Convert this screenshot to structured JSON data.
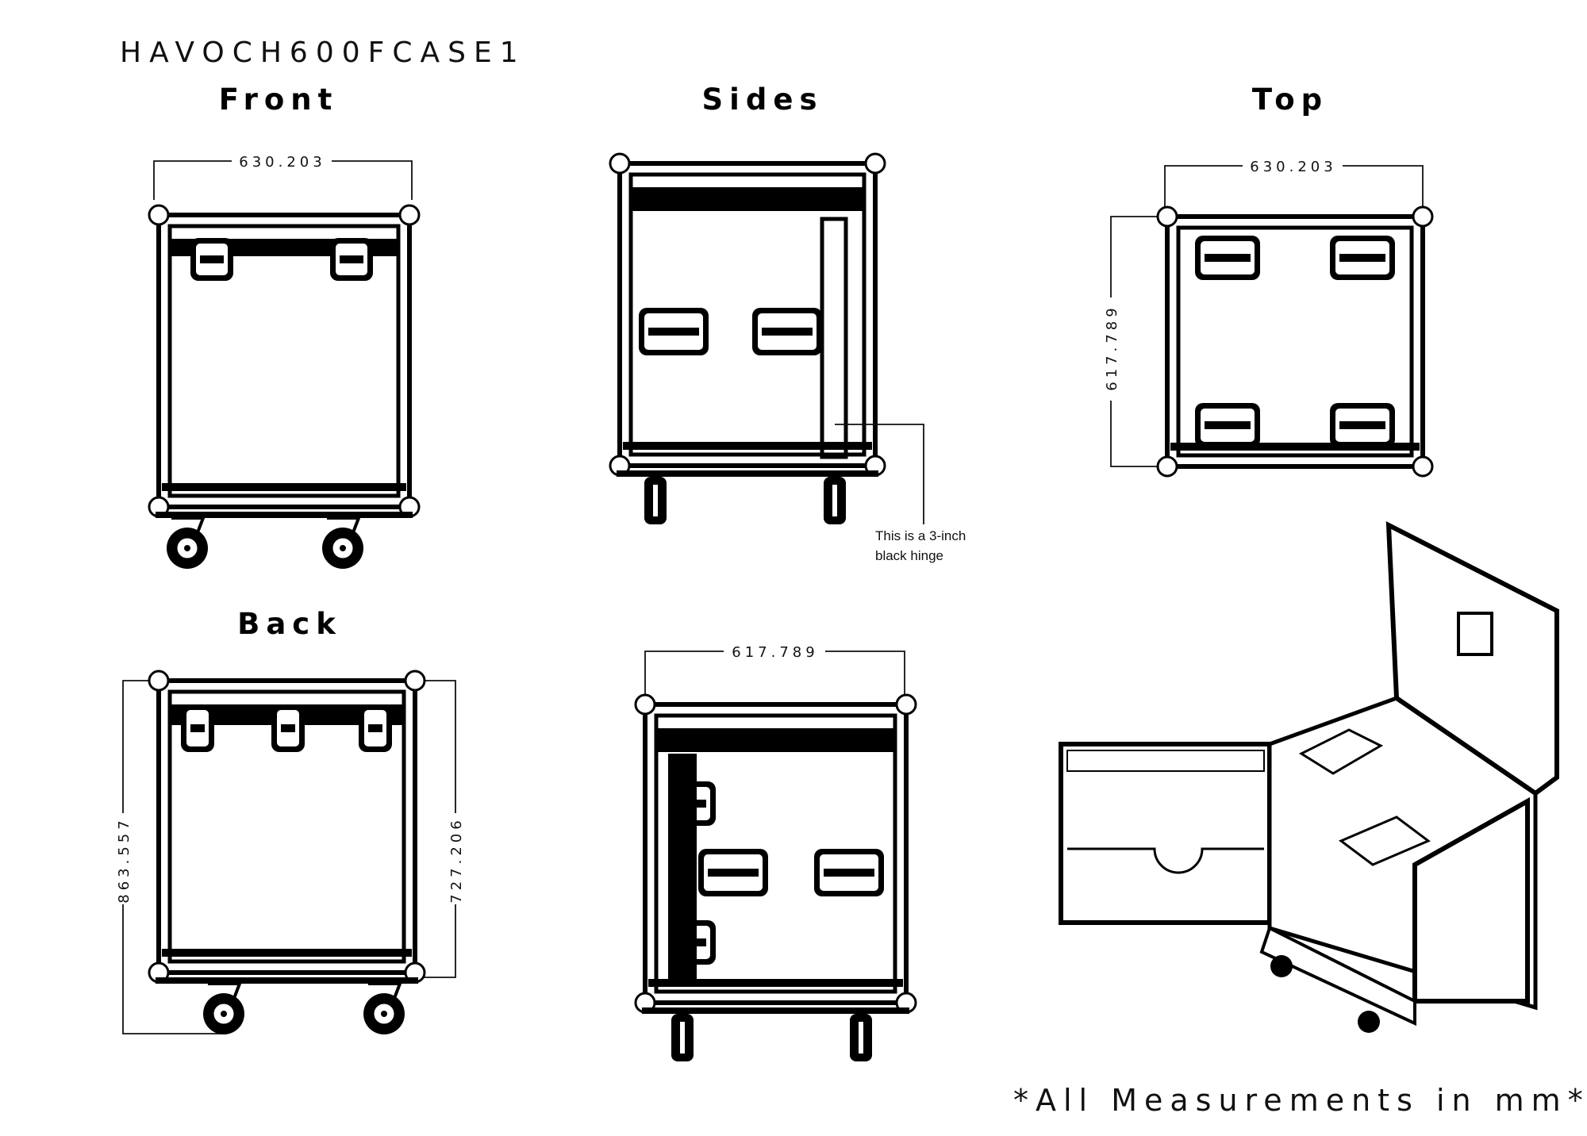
{
  "title": "HAVOCH600FCASE1",
  "views": {
    "front": "Front",
    "sides": "Sides",
    "top": "Top",
    "back": "Back"
  },
  "dimensions": {
    "front_width": "630.203",
    "top_width": "630.203",
    "top_depth": "617.789",
    "back_height_total": "863.557",
    "back_height_body": "727.206",
    "side_depth": "617.789"
  },
  "annotation": {
    "line1": "This is a 3-inch",
    "line2": "black hinge"
  },
  "footer": "*All Measurements in mm*",
  "colors": {
    "ink": "#000000",
    "paper": "#ffffff"
  }
}
